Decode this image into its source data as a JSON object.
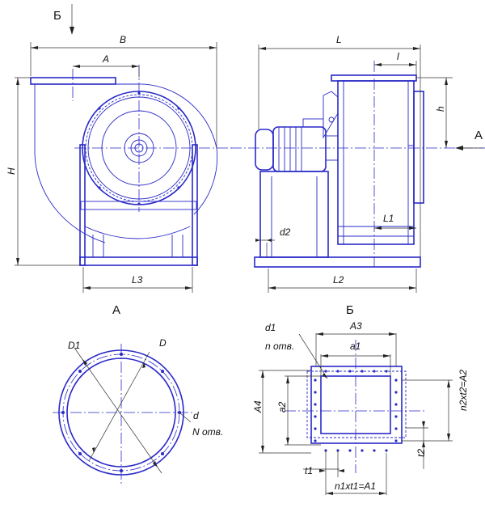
{
  "views": {
    "front": {
      "view_arrow_label": "Б",
      "dims": {
        "B": "B",
        "A": "A",
        "H": "H",
        "L3": "L3"
      }
    },
    "side": {
      "view_arrow_label": "A",
      "dims": {
        "L": "L",
        "l": "l",
        "h": "h",
        "d2": "d2",
        "L1": "L1",
        "L2": "L2"
      }
    },
    "view_a": {
      "title": "A",
      "dims": {
        "D1": "D1",
        "D": "D",
        "d": "d",
        "N_holes": "N отв."
      }
    },
    "view_b": {
      "title": "Б",
      "dims": {
        "d1": "d1",
        "n_holes": "n отв.",
        "A3": "A3",
        "a1": "a1",
        "A4": "A4",
        "a2": "a2",
        "n2t2": "n2xt2=A2",
        "t2": "t2",
        "t1": "t1",
        "n1t1": "n1xt1=A1"
      }
    }
  },
  "colors": {
    "outline": "#2a2ac8",
    "dimension": "#333333"
  }
}
